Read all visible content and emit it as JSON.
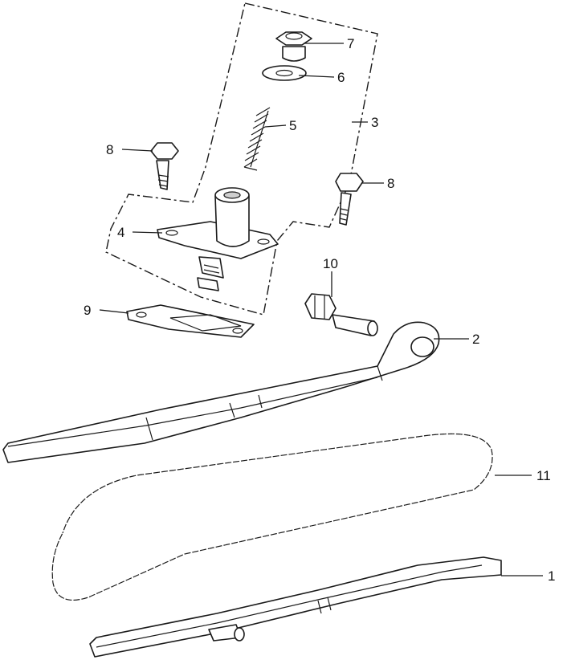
{
  "callouts": {
    "guide_lower": "1",
    "guide_upper": "2",
    "tensioner_assembly": "3",
    "tensioner_body": "4",
    "spring": "5",
    "washer": "6",
    "cap_bolt": "7",
    "bolt_left": "8",
    "bolt_right": "8",
    "gasket": "9",
    "pivot_bolt": "10",
    "chain": "11"
  }
}
